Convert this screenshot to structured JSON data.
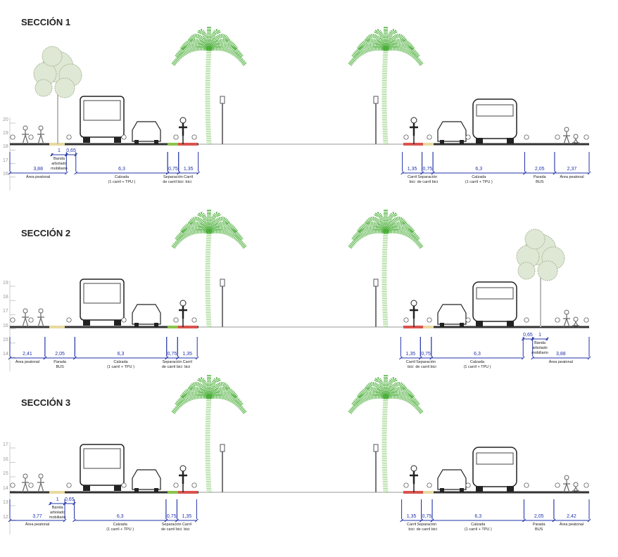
{
  "colors": {
    "dimension": "#2233aa",
    "palm": "#4caf3a",
    "bike_lane": "#d9534f",
    "separator": "#8bc34a",
    "ground": "#333333"
  },
  "sections": [
    {
      "title": "SECCIÓN 1",
      "elevations": [
        "20",
        "19",
        "18",
        "17",
        "16"
      ],
      "left": [
        {
          "value": "1",
          "m": 1,
          "label": "Banda\narbolado\nmobiliario",
          "kind": "overlay"
        },
        {
          "value": "3,88",
          "m": 3.88,
          "label": "Área peatonal",
          "kind": "main"
        },
        {
          "value": "0,65",
          "m": 0.65,
          "label": "",
          "kind": "raised"
        },
        {
          "value": "6,3",
          "m": 6.3,
          "label": "Calzada\n(1 carril + TPU )",
          "kind": "main"
        },
        {
          "value": "0,75",
          "m": 0.75,
          "label": "Separación\nde carril bici",
          "kind": "main"
        },
        {
          "value": "1,35",
          "m": 1.35,
          "label": "Carril\nbici",
          "kind": "main"
        }
      ],
      "right": [
        {
          "value": "1,35",
          "m": 1.35,
          "label": "Carril\nbici",
          "kind": "main"
        },
        {
          "value": "0,75",
          "m": 0.75,
          "label": "Separación\nde carril bici",
          "kind": "main"
        },
        {
          "value": "6,3",
          "m": 6.3,
          "label": "Calzada\n(1 carril + TPU )",
          "kind": "main"
        },
        {
          "value": "2,05",
          "m": 2.05,
          "label": "Parada\nBUS",
          "kind": "main"
        },
        {
          "value": "2,37",
          "m": 2.37,
          "label": "Área peatonal",
          "kind": "main"
        }
      ]
    },
    {
      "title": "SECCIÓN 2",
      "elevations": [
        "19",
        "18",
        "17",
        "16",
        "15",
        "14"
      ],
      "left": [
        {
          "value": "2,41",
          "m": 2.41,
          "label": "Área peatonal",
          "kind": "main"
        },
        {
          "value": "2,05",
          "m": 2.05,
          "label": "Parada\nBUS",
          "kind": "main"
        },
        {
          "value": "6,3",
          "m": 6.3,
          "label": "Calzada\n(1 carril + TPU )",
          "kind": "main"
        },
        {
          "value": "0,75",
          "m": 0.75,
          "label": "Separación\nde carril bici",
          "kind": "main"
        },
        {
          "value": "1,35",
          "m": 1.35,
          "label": "Carril\nbici",
          "kind": "main"
        }
      ],
      "right": [
        {
          "value": "1,35",
          "m": 1.35,
          "label": "Carril\nbici",
          "kind": "main"
        },
        {
          "value": "0,75",
          "m": 0.75,
          "label": "Separación\nde carril bici",
          "kind": "main"
        },
        {
          "value": "6,3",
          "m": 6.3,
          "label": "Calzada\n(1 carril + TPU )",
          "kind": "main"
        },
        {
          "value": "0,65",
          "m": 0.65,
          "label": "",
          "kind": "raised"
        },
        {
          "value": "1",
          "m": 1,
          "label": "Banda\narbolado\nmobiliario",
          "kind": "overlay-start"
        },
        {
          "value": "3,88",
          "m": 3.88,
          "label": "Área peatonal",
          "kind": "main"
        }
      ]
    },
    {
      "title": "SECCIÓN 3",
      "elevations": [
        "17",
        "16",
        "15",
        "14",
        "13",
        "12"
      ],
      "left": [
        {
          "value": "1",
          "m": 1,
          "label": "Banda\narbolado\nmobiliario",
          "kind": "overlay"
        },
        {
          "value": "3,77",
          "m": 3.77,
          "label": "Área peatonal",
          "kind": "main"
        },
        {
          "value": "0,65",
          "m": 0.65,
          "label": "",
          "kind": "raised"
        },
        {
          "value": "6,3",
          "m": 6.3,
          "label": "Calzada\n(1 carril + TPU )",
          "kind": "main"
        },
        {
          "value": "0,75",
          "m": 0.75,
          "label": "Separación\nde carril bici",
          "kind": "main"
        },
        {
          "value": "1,35",
          "m": 1.35,
          "label": "Carril\nbici",
          "kind": "main"
        }
      ],
      "right": [
        {
          "value": "1,35",
          "m": 1.35,
          "label": "Carril\nbici",
          "kind": "main"
        },
        {
          "value": "0,75",
          "m": 0.75,
          "label": "Separación\nde carril bici",
          "kind": "main"
        },
        {
          "value": "6,3",
          "m": 6.3,
          "label": "Calzada\n(1 carril + TPU )",
          "kind": "main"
        },
        {
          "value": "2,05",
          "m": 2.05,
          "label": "Parada\nBUS",
          "kind": "main"
        },
        {
          "value": "2,42",
          "m": 2.42,
          "label": "Área peatonal",
          "kind": "main"
        }
      ]
    }
  ]
}
